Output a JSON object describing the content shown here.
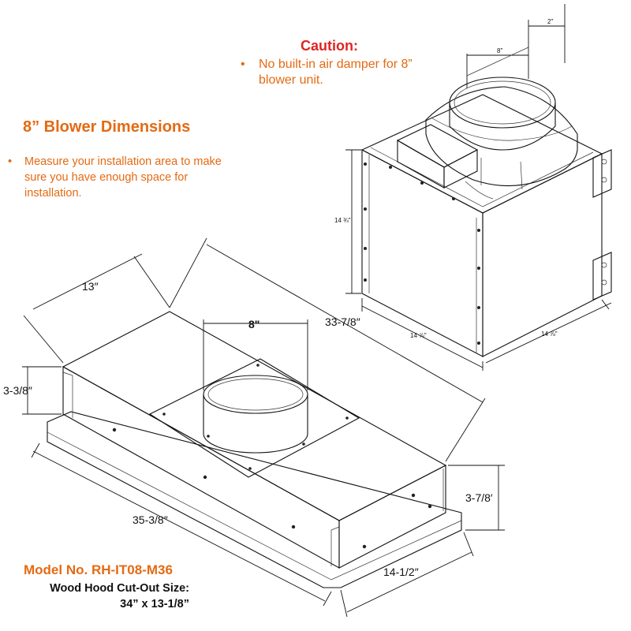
{
  "caution": {
    "title": "Caution:",
    "bullet": "•",
    "item": "No built-in air damper for 8” blower unit."
  },
  "blower": {
    "title": "8” Blower Dimensions",
    "bullet": "•",
    "note": "Measure your installation area to make sure you have enough space for installation."
  },
  "model": {
    "label": "Model No. RH-IT08-M36",
    "cutout_label": "Wood Hood Cut-Out Size:",
    "cutout_value": "34” x 13-1/8”"
  },
  "blower_dims": {
    "top_offset": "2\"",
    "duct": "8\"",
    "height": "14 ¾\"",
    "width_front": "14 ⅞\"",
    "depth_side": "14 ⅞\""
  },
  "insert_dims": {
    "depth_top": "13″",
    "duct": "8\"",
    "length_back": "33-7/8″",
    "height_left": "3-3/8″",
    "length_front": "35-3/8″",
    "height_right": "3-7/8′",
    "depth_bottom": "14-1/2″"
  },
  "colors": {
    "caution_title": "#e02424",
    "accent_orange": "#e46a12",
    "line": "#111111"
  }
}
